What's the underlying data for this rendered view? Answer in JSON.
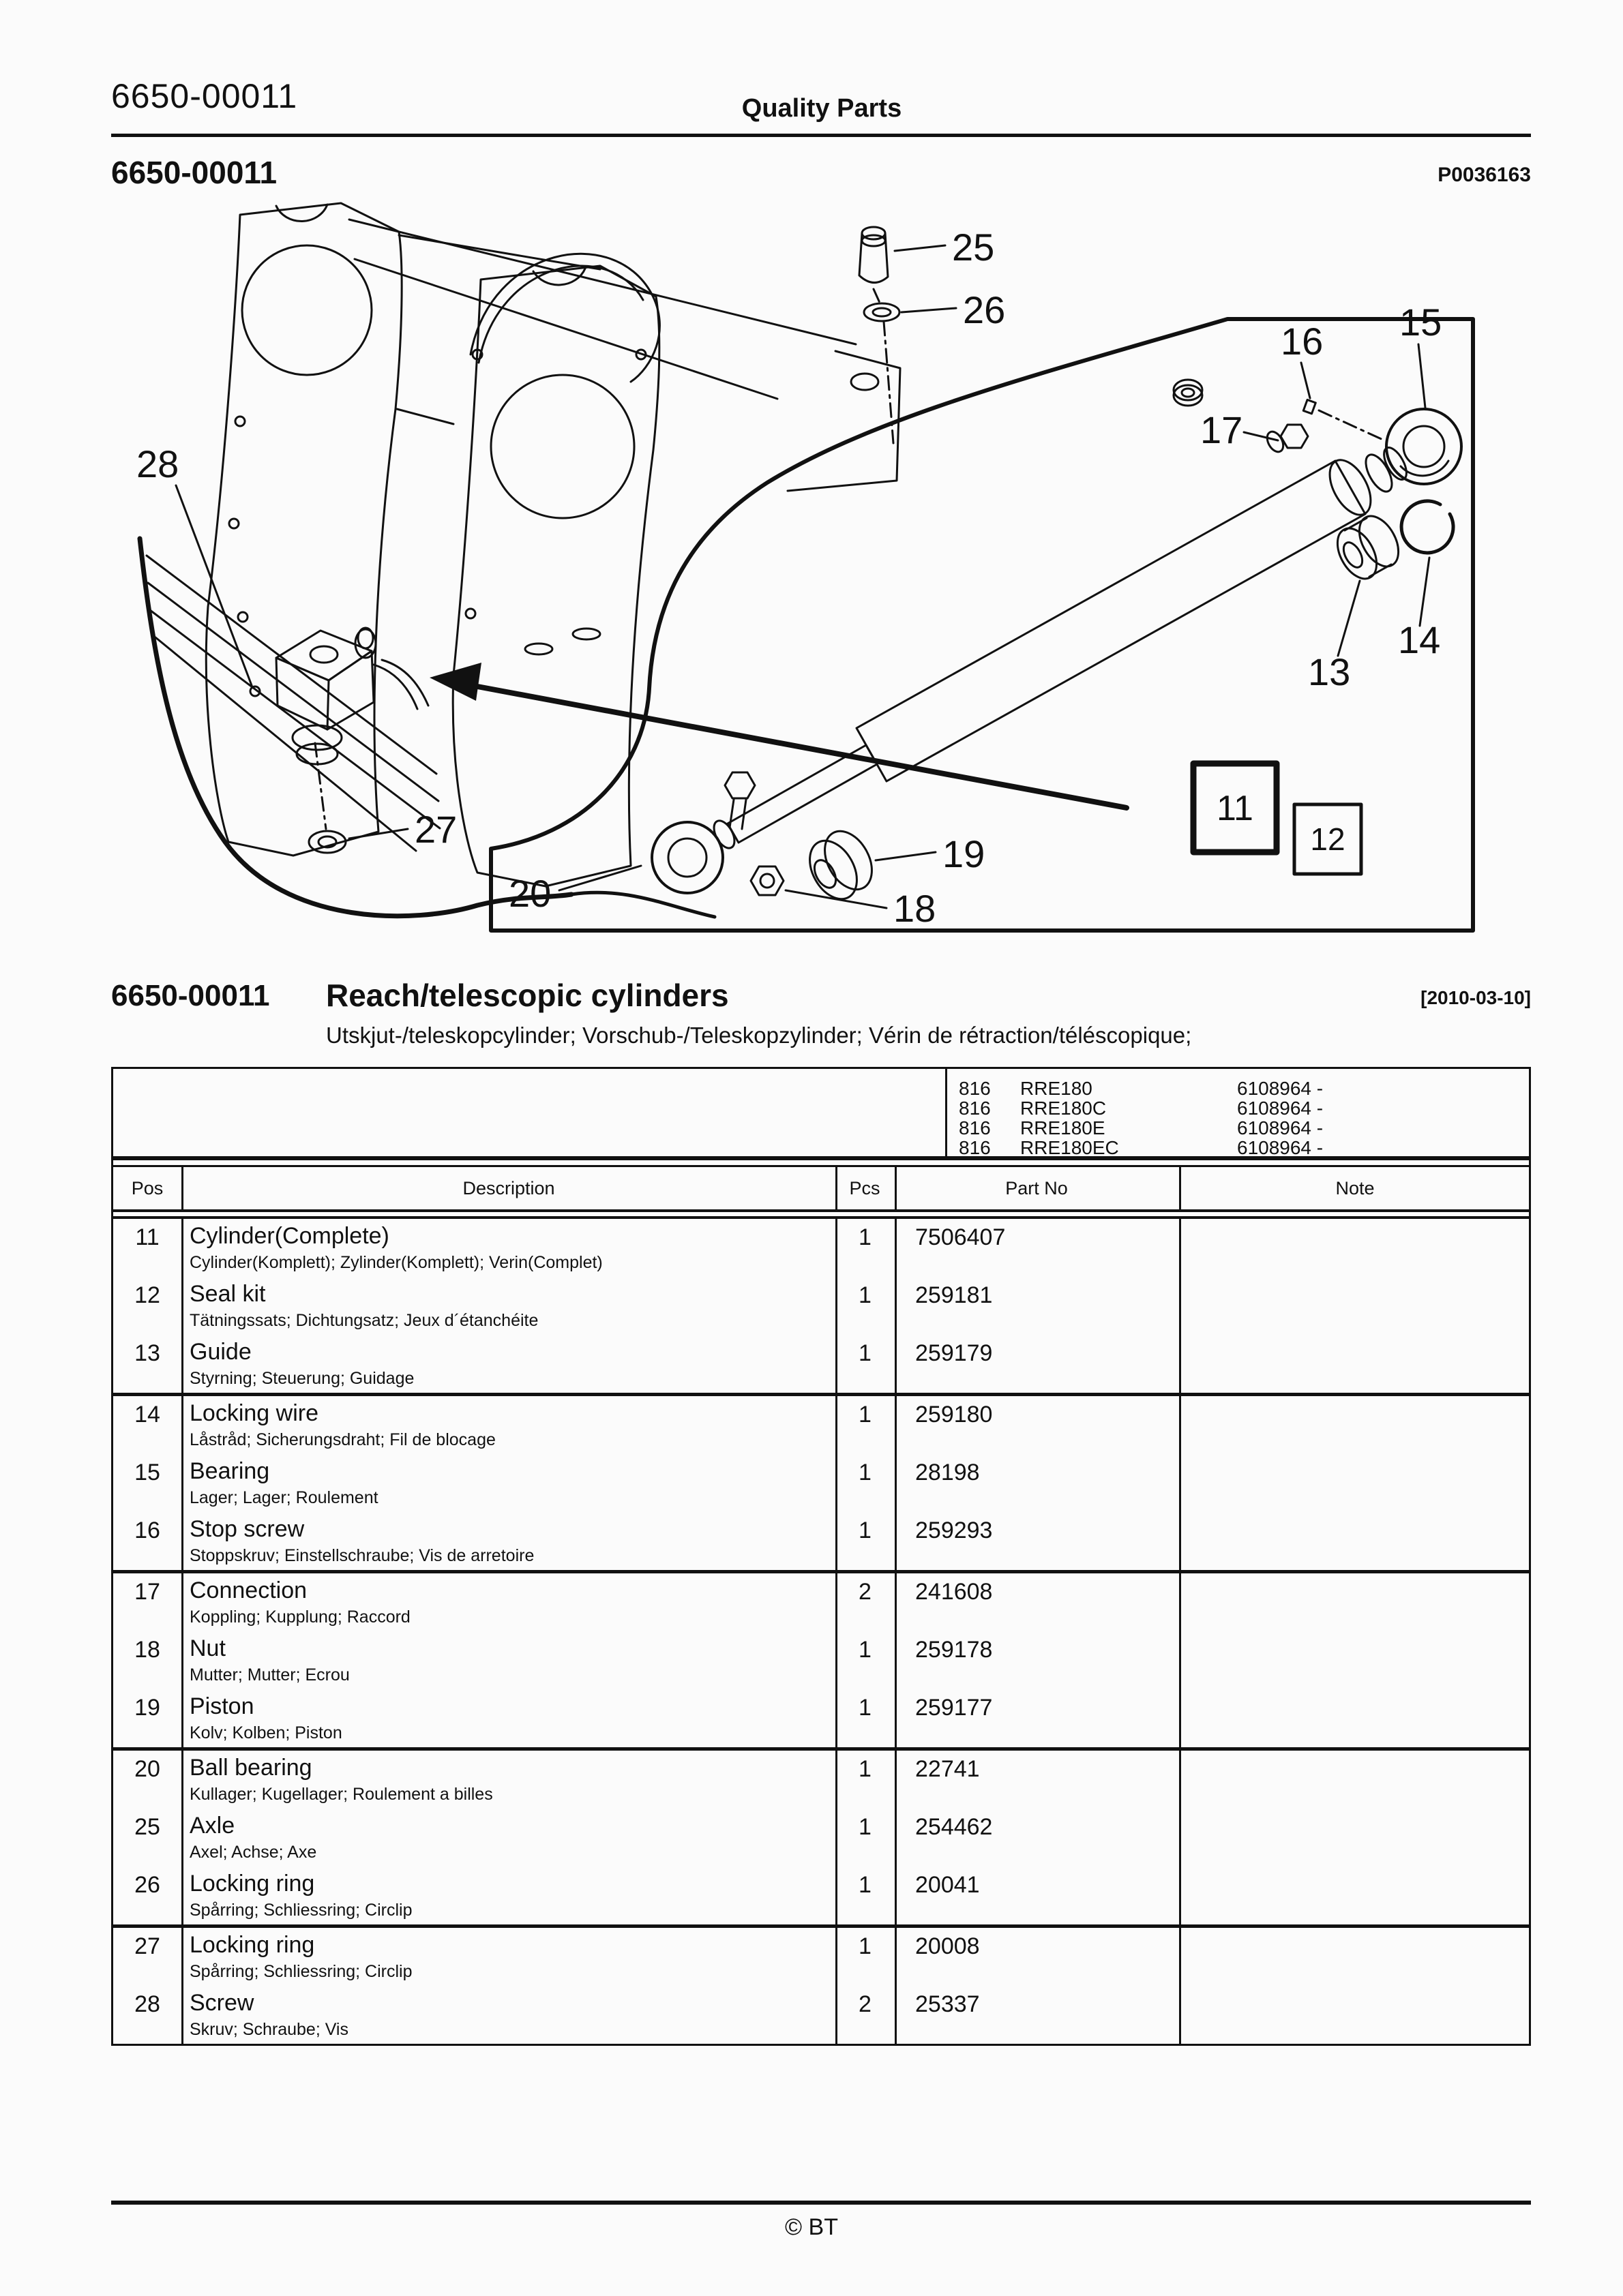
{
  "page": {
    "doc_no": "6650-00011",
    "brand_header": "Quality Parts",
    "image_code": "P0036163",
    "footer_copyright": "© BT"
  },
  "section": {
    "doc_no": "6650-00011",
    "title": "Reach/telescopic cylinders",
    "revision_date": "[2010-03-10]",
    "subtitle": "Utskjut-/teleskopcylinder; Vorschub-/Teleskopzylinder; Vérin de rétraction/téléscopique;"
  },
  "models": {
    "rows": [
      {
        "code": "816",
        "model": "RRE180",
        "serial_from": "6108964 -"
      },
      {
        "code": "816",
        "model": "RRE180C",
        "serial_from": "6108964 -"
      },
      {
        "code": "816",
        "model": "RRE180E",
        "serial_from": "6108964 -"
      },
      {
        "code": "816",
        "model": "RRE180EC",
        "serial_from": "6108964 -"
      }
    ]
  },
  "table": {
    "headers": {
      "pos": "Pos",
      "description": "Description",
      "pcs": "Pcs",
      "part_no": "Part No",
      "note": "Note"
    },
    "rows": [
      {
        "pos": "11",
        "description": "Cylinder(Complete)",
        "description_translations": "Cylinder(Komplett); Zylinder(Komplett); Verin(Complet)",
        "pcs": "1",
        "part_no": "7506407",
        "note": "",
        "group_end": false
      },
      {
        "pos": "12",
        "description": "Seal kit",
        "description_translations": "Tätningssats; Dichtungsatz; Jeux d´étanchéite",
        "pcs": "1",
        "part_no": "259181",
        "note": "",
        "group_end": false
      },
      {
        "pos": "13",
        "description": "Guide",
        "description_translations": "Styrning; Steuerung; Guidage",
        "pcs": "1",
        "part_no": "259179",
        "note": "",
        "group_end": true
      },
      {
        "pos": "14",
        "description": "Locking wire",
        "description_translations": "Låstråd; Sicherungsdraht; Fil de blocage",
        "pcs": "1",
        "part_no": "259180",
        "note": "",
        "group_end": false
      },
      {
        "pos": "15",
        "description": "Bearing",
        "description_translations": "Lager; Lager; Roulement",
        "pcs": "1",
        "part_no": "28198",
        "note": "",
        "group_end": false
      },
      {
        "pos": "16",
        "description": "Stop screw",
        "description_translations": "Stoppskruv; Einstellschraube; Vis de arretoire",
        "pcs": "1",
        "part_no": "259293",
        "note": "",
        "group_end": true
      },
      {
        "pos": "17",
        "description": "Connection",
        "description_translations": "Koppling; Kupplung; Raccord",
        "pcs": "2",
        "part_no": "241608",
        "note": "",
        "group_end": false
      },
      {
        "pos": "18",
        "description": "Nut",
        "description_translations": "Mutter; Mutter; Ecrou",
        "pcs": "1",
        "part_no": "259178",
        "note": "",
        "group_end": false
      },
      {
        "pos": "19",
        "description": "Piston",
        "description_translations": "Kolv; Kolben; Piston",
        "pcs": "1",
        "part_no": "259177",
        "note": "",
        "group_end": true
      },
      {
        "pos": "20",
        "description": "Ball bearing",
        "description_translations": "Kullager; Kugellager; Roulement a billes",
        "pcs": "1",
        "part_no": "22741",
        "note": "",
        "group_end": false
      },
      {
        "pos": "25",
        "description": "Axle",
        "description_translations": "Axel; Achse; Axe",
        "pcs": "1",
        "part_no": "254462",
        "note": "",
        "group_end": false
      },
      {
        "pos": "26",
        "description": "Locking ring",
        "description_translations": "Spårring; Schliessring; Circlip",
        "pcs": "1",
        "part_no": "20041",
        "note": "",
        "group_end": true
      },
      {
        "pos": "27",
        "description": "Locking ring",
        "description_translations": "Spårring; Schliessring; Circlip",
        "pcs": "1",
        "part_no": "20008",
        "note": "",
        "group_end": false
      },
      {
        "pos": "28",
        "description": "Screw",
        "description_translations": "Skruv; Schraube; Vis",
        "pcs": "2",
        "part_no": "25337",
        "note": "",
        "group_end": false
      }
    ]
  },
  "diagram": {
    "callouts": {
      "c11": "11",
      "c12": "12",
      "c13": "13",
      "c14": "14",
      "c15": "15",
      "c16": "16",
      "c17": "17",
      "c18": "18",
      "c19": "19",
      "c20": "20",
      "c25": "25",
      "c26": "26",
      "c27": "27",
      "c28": "28"
    }
  },
  "colors": {
    "ink": "#111111",
    "paper": "#fbfbfb"
  }
}
